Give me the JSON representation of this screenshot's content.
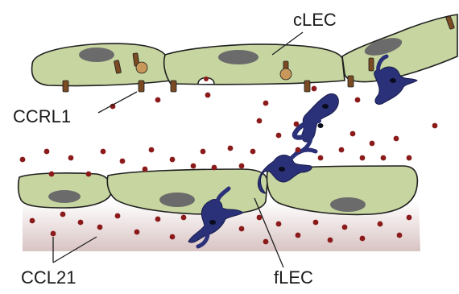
{
  "labels": {
    "clec": "cLEC",
    "ccrl1": "CCRL1",
    "ccl21": "CCL21",
    "flec": "fLEC"
  },
  "colors": {
    "cell_fill": "#c7d5a0",
    "cell_stroke": "#1f1f1f",
    "nucleus": "#6b6b6b",
    "receptor": "#7a4a22",
    "receptor_bound": "#c8985a",
    "chemokine": "#8b1a1a",
    "dendritic_cell": "#2a3178",
    "stroma_top": "#ffffff",
    "stroma_bottom": "#d9c3c3"
  },
  "icons": {
    "cell": "lymphatic-endothelial-cell",
    "nucleus": "nucleus-oval",
    "receptor": "ccrl1-receptor",
    "chemokine": "ccl21-dot",
    "dendritic_cell": "dendritic-cell"
  }
}
